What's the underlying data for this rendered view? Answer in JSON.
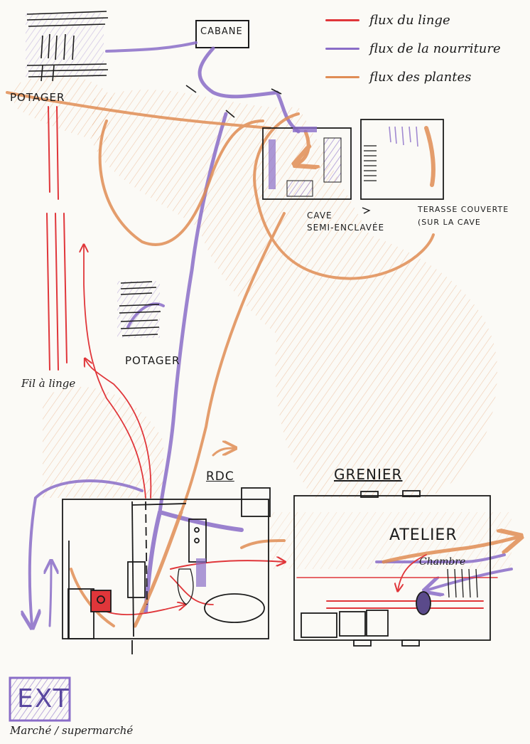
{
  "legend": [
    {
      "label": "flux du linge",
      "color": "#e0363a"
    },
    {
      "label": "flux de la nourriture",
      "color": "#8a6dc8"
    },
    {
      "label": "flux des plantes",
      "color": "#e08d55"
    }
  ],
  "labels": {
    "cabane": "CABANE",
    "potager_top": "POTAGER",
    "potager_mid": "POTAGER",
    "cave": "CAVE",
    "cave_sub": "SEMI-ENCLAVÉE",
    "terrasse": "TERASSE COUVERTE",
    "terrasse_sub": "(SUR LA CAVE",
    "fil": "Fil à linge",
    "rdc": "RDC",
    "grenier": "GRENIER",
    "atelier": "ATELIER",
    "chambre": "Chambre",
    "ext": "EXT",
    "marche": "Marché / supermarché"
  },
  "colors": {
    "ink": "#1b1b1b",
    "red": "#e0363a",
    "violet": "#8a6dc8",
    "orange": "#e08d55"
  }
}
